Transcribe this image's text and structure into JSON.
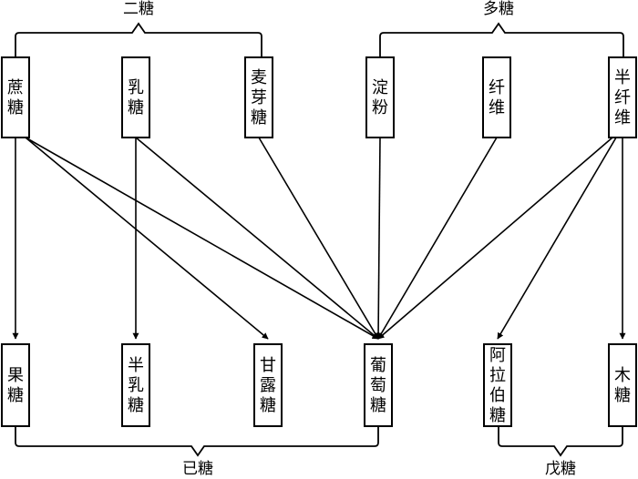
{
  "groups": {
    "disaccharides": "二糖",
    "polysaccharides": "多糖",
    "hexoses": "已糖",
    "pentoses": "戊糖"
  },
  "sources": {
    "sucrose": [
      "蔗",
      "糖"
    ],
    "lactose": [
      "乳",
      "糖"
    ],
    "maltose": [
      "麦",
      "芽",
      "糖"
    ],
    "starch": [
      "淀",
      "粉"
    ],
    "cellulose": [
      "纤",
      "维"
    ],
    "hemicellulose": [
      "半",
      "纤",
      "维"
    ]
  },
  "products": {
    "fructose": [
      "果",
      "糖"
    ],
    "galactose": [
      "半",
      "乳",
      "糖"
    ],
    "mannose": [
      "甘",
      "露",
      "糖"
    ],
    "glucose": [
      "葡",
      "萄",
      "糖"
    ],
    "arabinose": [
      "阿",
      "拉",
      "伯",
      "糖"
    ],
    "xylose": [
      "木",
      "糖"
    ]
  },
  "arrows": [
    [
      "sucrose",
      "fructose"
    ],
    [
      "sucrose",
      "mannose"
    ],
    [
      "sucrose",
      "glucose"
    ],
    [
      "lactose",
      "galactose"
    ],
    [
      "lactose",
      "glucose"
    ],
    [
      "maltose",
      "glucose"
    ],
    [
      "starch",
      "glucose"
    ],
    [
      "cellulose",
      "glucose"
    ],
    [
      "hemicellulose",
      "glucose"
    ],
    [
      "hemicellulose",
      "arabinose"
    ],
    [
      "hemicellulose",
      "xylose"
    ]
  ]
}
